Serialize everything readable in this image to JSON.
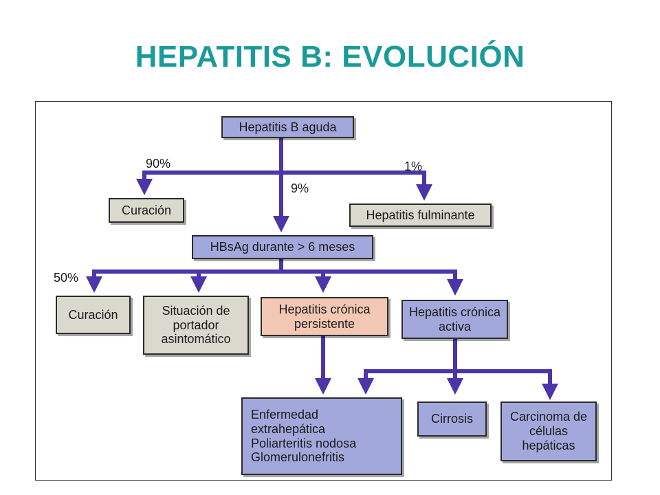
{
  "title": "HEPATITIS B: EVOLUCIÓN",
  "colors": {
    "title": "#1a9b9a",
    "arrow": "#4b35a8",
    "blue_box": "#a3a8dc",
    "gray_box": "#d9d9ce",
    "salmon_box": "#f2c7b4"
  },
  "nodes": {
    "acute": "Hepatitis B aguda",
    "cure1": "Curación",
    "fulminant": "Hepatitis fulminante",
    "hbsag": "HBsAg durante > 6 meses",
    "cure2": "Curación",
    "carrier": "Situación de portador asintomático",
    "chronic_persistent": "Hepatitis crónica persistente",
    "chronic_active": "Hepatitis crónica activa",
    "extrahepatic": [
      "Enfermedad",
      "extrahepática",
      "Poliarteritis nodosa",
      "Glomerulonefritis"
    ],
    "cirrhosis": "Cirrosis",
    "carcinoma": "Carcinoma de células hepáticas"
  },
  "percentages": {
    "p90": "90%",
    "p1": "1%",
    "p9": "9%",
    "p50": "50%"
  }
}
